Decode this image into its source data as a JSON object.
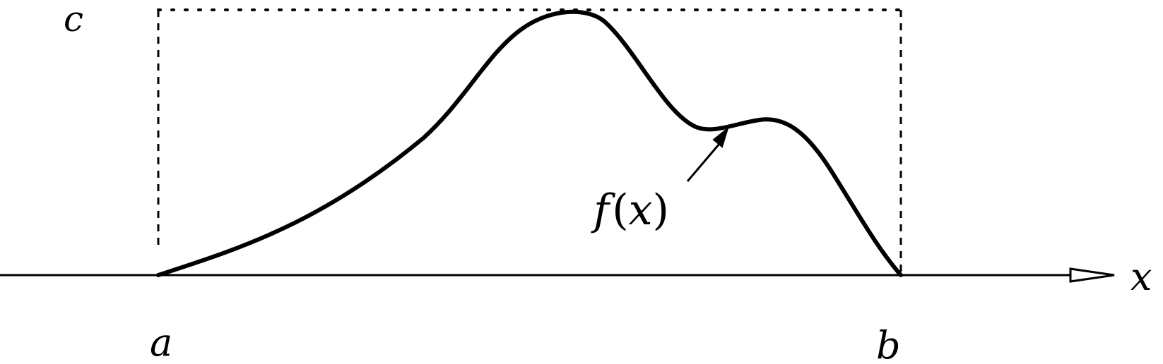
{
  "labels": {
    "c": "c",
    "a": "a",
    "b": "b",
    "x": "x",
    "f_name": "f",
    "f_open": "(",
    "f_var": "x",
    "f_close": ")"
  },
  "colors": {
    "ink": "#000000",
    "background": "#ffffff"
  }
}
